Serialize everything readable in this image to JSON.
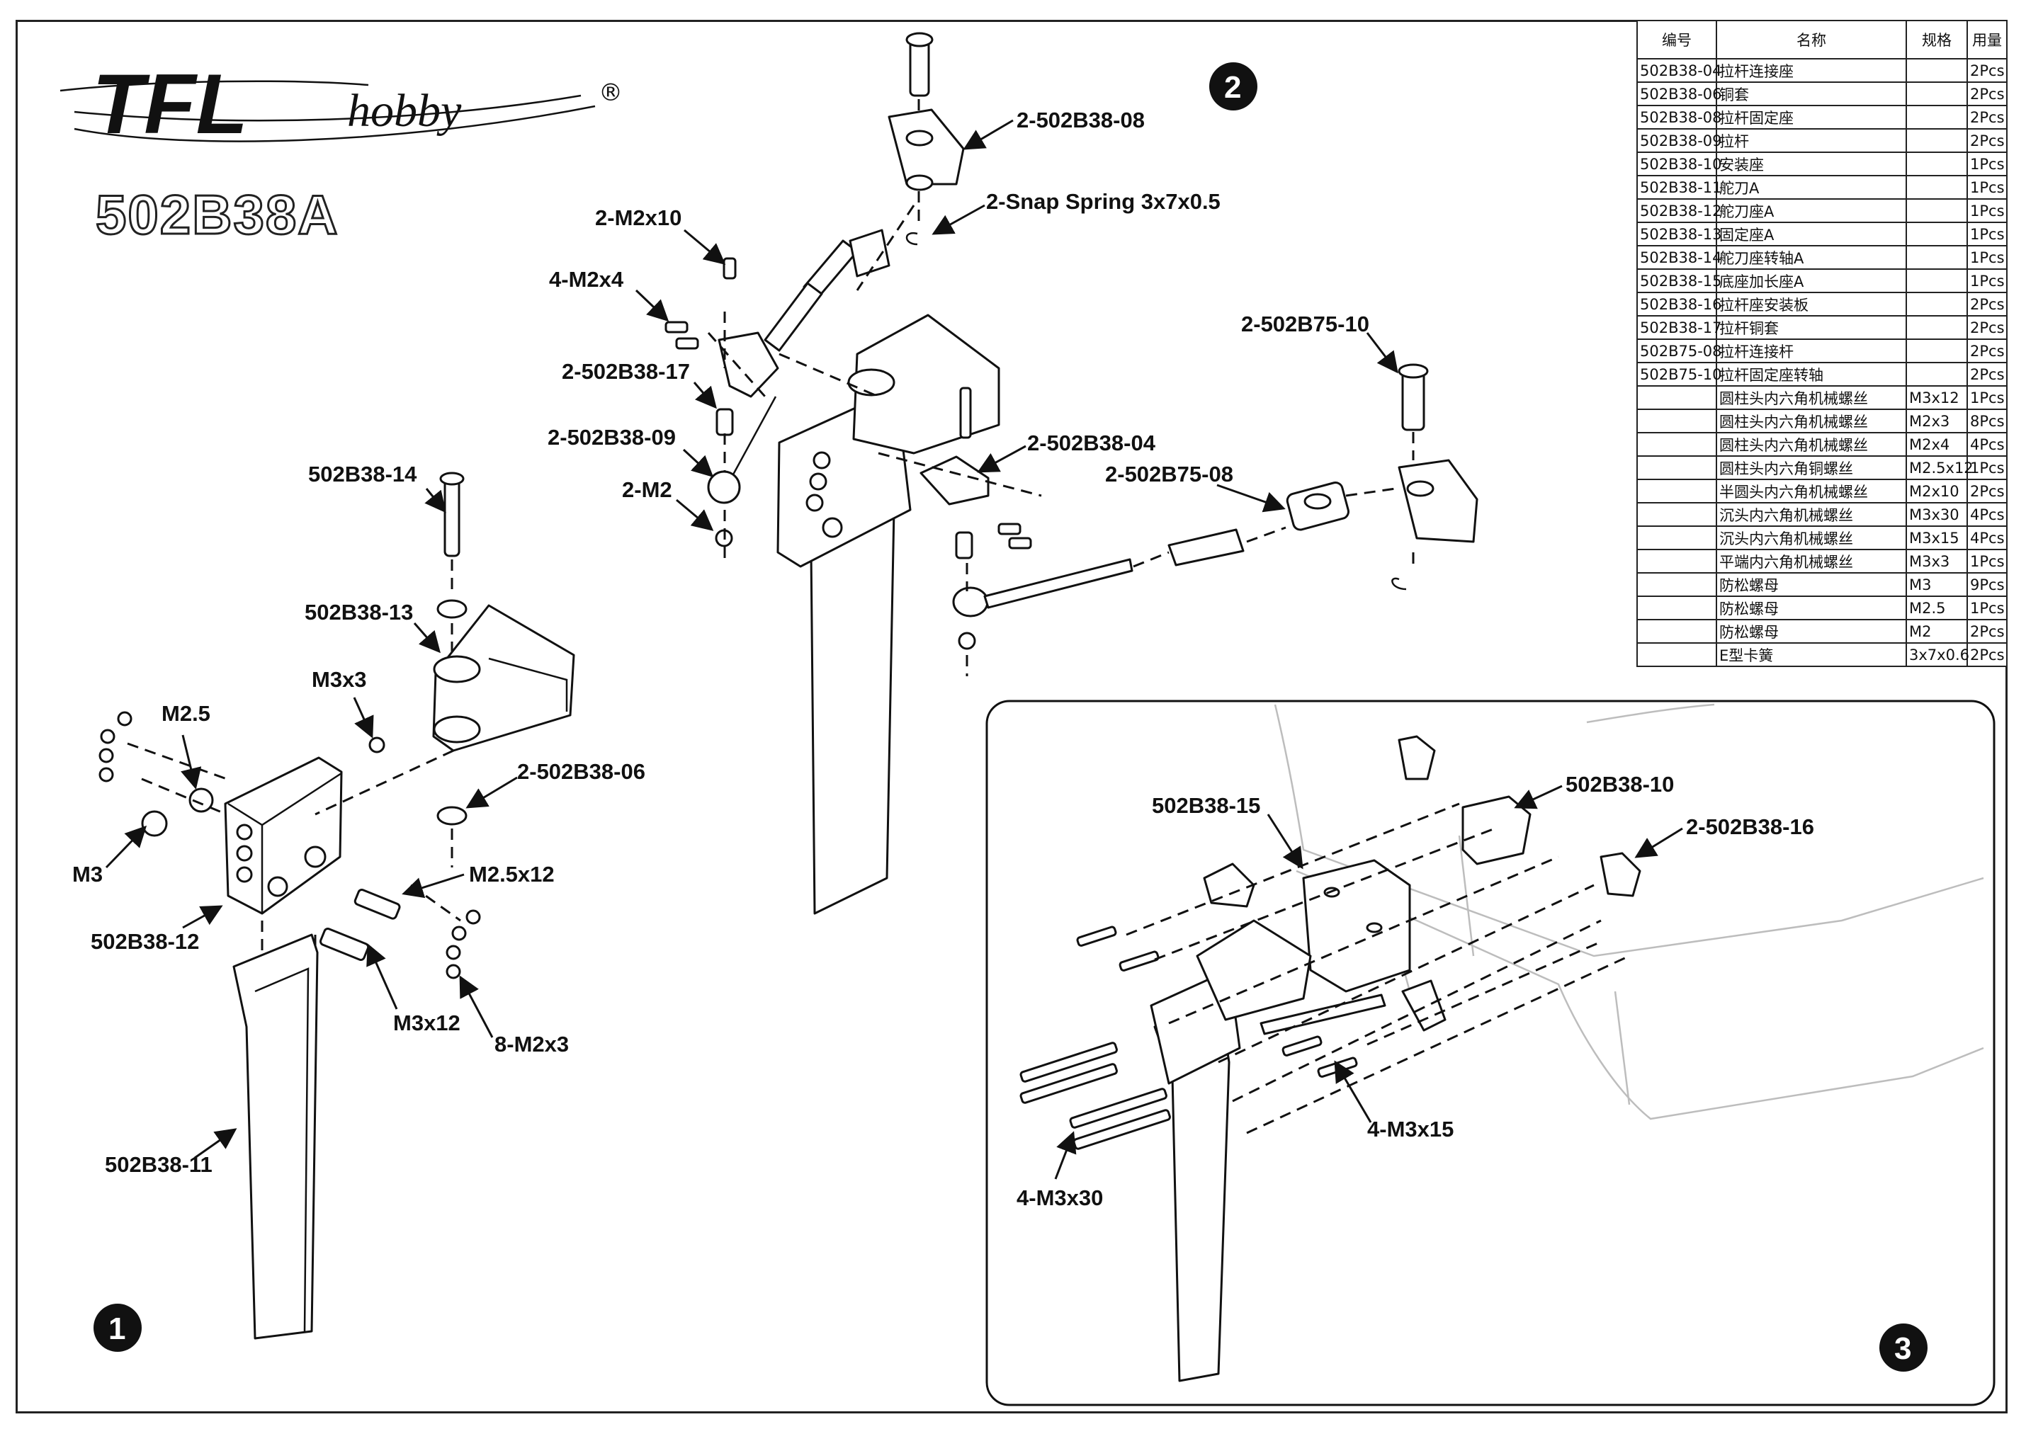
{
  "brand": {
    "name": "TFL",
    "sub": "hobby",
    "reg": "®"
  },
  "model": "502B38A",
  "steps": [
    "1",
    "2",
    "3"
  ],
  "bom": {
    "headers": [
      "编号",
      "名称",
      "规格",
      "用量"
    ],
    "rows": [
      [
        "502B38-04",
        "拉杆连接座",
        "",
        "2Pcs"
      ],
      [
        "502B38-06",
        "铜套",
        "",
        "2Pcs"
      ],
      [
        "502B38-08",
        "拉杆固定座",
        "",
        "2Pcs"
      ],
      [
        "502B38-09",
        "拉杆",
        "",
        "2Pcs"
      ],
      [
        "502B38-10",
        "安装座",
        "",
        "1Pcs"
      ],
      [
        "502B38-11",
        "舵刀A",
        "",
        "1Pcs"
      ],
      [
        "502B38-12",
        "舵刀座A",
        "",
        "1Pcs"
      ],
      [
        "502B38-13",
        "固定座A",
        "",
        "1Pcs"
      ],
      [
        "502B38-14",
        "舵刀座转轴A",
        "",
        "1Pcs"
      ],
      [
        "502B38-15",
        "底座加长座A",
        "",
        "1Pcs"
      ],
      [
        "502B38-16",
        "拉杆座安装板",
        "",
        "2Pcs"
      ],
      [
        "502B38-17",
        "拉杆铜套",
        "",
        "2Pcs"
      ],
      [
        "502B75-08",
        "拉杆连接杆",
        "",
        "2Pcs"
      ],
      [
        "502B75-10",
        "拉杆固定座转轴",
        "",
        "2Pcs"
      ],
      [
        "",
        "圆柱头内六角机械螺丝",
        "M3x12",
        "1Pcs"
      ],
      [
        "",
        "圆柱头内六角机械螺丝",
        "M2x3",
        "8Pcs"
      ],
      [
        "",
        "圆柱头内六角机械螺丝",
        "M2x4",
        "4Pcs"
      ],
      [
        "",
        "圆柱头内六角铜螺丝",
        "M2.5x12",
        "1Pcs"
      ],
      [
        "",
        "半圆头内六角机械螺丝",
        "M2x10",
        "2Pcs"
      ],
      [
        "",
        "沉头内六角机械螺丝",
        "M3x30",
        "4Pcs"
      ],
      [
        "",
        "沉头内六角机械螺丝",
        "M3x15",
        "4Pcs"
      ],
      [
        "",
        "平端内六角机械螺丝",
        "M3x3",
        "1Pcs"
      ],
      [
        "",
        "防松螺母",
        "M3",
        "9Pcs"
      ],
      [
        "",
        "防松螺母",
        "M2.5",
        "1Pcs"
      ],
      [
        "",
        "防松螺母",
        "M2",
        "2Pcs"
      ],
      [
        "",
        "E型卡簧",
        "3x7x0.6",
        "2Pcs"
      ]
    ]
  },
  "labels": {
    "l_2_502b38_08": "2-502B38-08",
    "l_snap": "2-Snap Spring 3x7x0.5",
    "l_2_m2x10": "2-M2x10",
    "l_4_m2x4": "4-M2x4",
    "l_2_502b38_17": "2-502B38-17",
    "l_2_502b38_09": "2-502B38-09",
    "l_2_m2": "2-M2",
    "l_2_502b38_04": "2-502B38-04",
    "l_2_502b75_10": "2-502B75-10",
    "l_2_502b75_08": "2-502B75-08",
    "l_502b38_14": "502B38-14",
    "l_502b38_13": "502B38-13",
    "l_m3x3": "M3x3",
    "l_m2_5": "M2.5",
    "l_m3": "M3",
    "l_2_502b38_06": "2-502B38-06",
    "l_m2_5x12": "M2.5x12",
    "l_502b38_12": "502B38-12",
    "l_m3x12": "M3x12",
    "l_8_m2x3": "8-M2x3",
    "l_502b38_11": "502B38-11",
    "l_502b38_15": "502B38-15",
    "l_502b38_10": "502B38-10",
    "l_2_502b38_16": "2-502B38-16",
    "l_4_m3x15": "4-M3x15",
    "l_4_m3x30": "4-M3x30"
  }
}
